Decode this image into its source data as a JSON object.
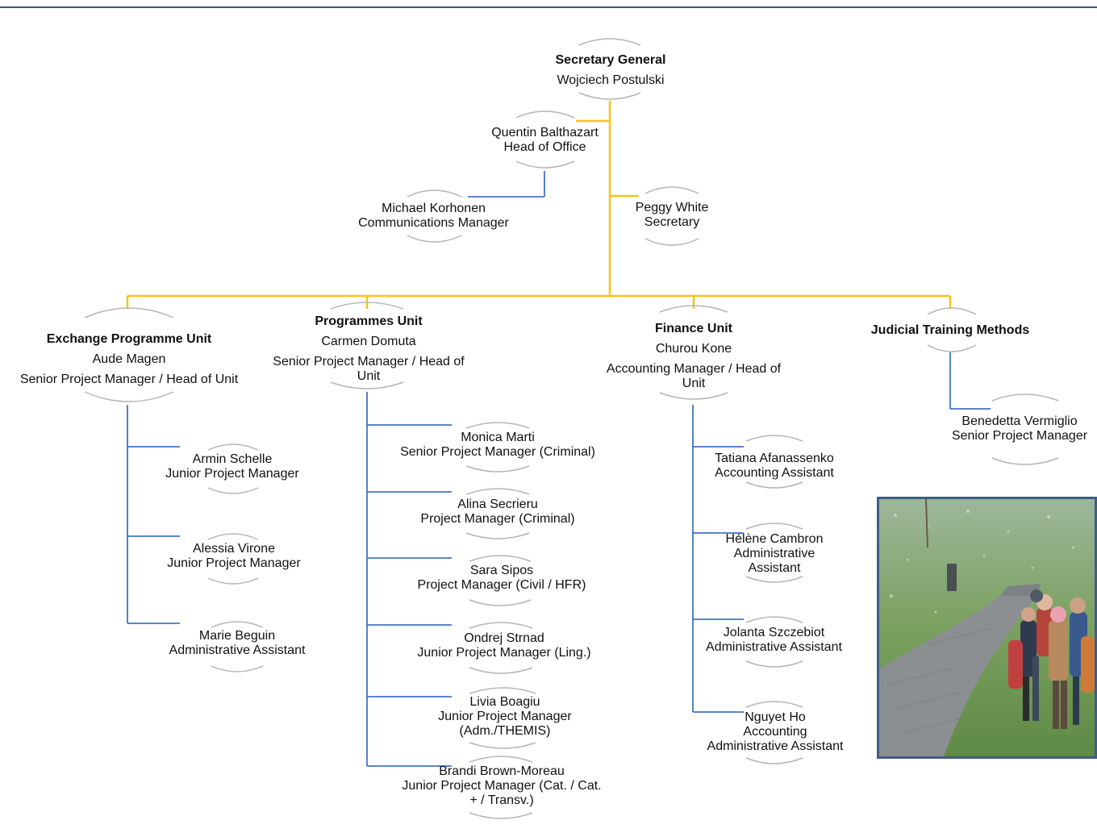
{
  "colors": {
    "gold": "#f5c518",
    "blue": "#4472c4",
    "frame": "#3d5e86"
  },
  "leadership": {
    "secretary_general": {
      "title": "Secretary General",
      "name": "Wojciech Postulski"
    },
    "head_of_office": {
      "name": "Quentin Balthazart",
      "role": "Head of Office"
    },
    "communications": {
      "name": "Michael Korhonen",
      "role": "Communications Manager"
    },
    "secretary": {
      "name": "Peggy White",
      "role": "Secretary"
    }
  },
  "units": {
    "exchange": {
      "title": "Exchange Programme Unit",
      "name": "Aude Magen",
      "role": "Senior Project Manager / Head of Unit",
      "staff": [
        {
          "name": "Armin Schelle",
          "role": "Junior Project Manager"
        },
        {
          "name": "Alessia Virone",
          "role": "Junior Project Manager"
        },
        {
          "name": "Marie Beguin",
          "role": "Administrative Assistant"
        }
      ]
    },
    "programmes": {
      "title": "Programmes Unit",
      "name": "Carmen Domuta",
      "role_line1": "Senior Project Manager / Head of",
      "role_line2": "Unit",
      "staff": [
        {
          "name": "Monica Marti",
          "role": "Senior Project Manager (Criminal)"
        },
        {
          "name": "Alina Secrieru",
          "role": "Project Manager (Criminal)"
        },
        {
          "name": "Sara Sipos",
          "role": "Project Manager (Civil / HFR)"
        },
        {
          "name": "Ondrej Strnad",
          "role": "Junior Project Manager (Ling.)"
        },
        {
          "name": "Livia Boagiu",
          "role": "Junior Project Manager",
          "role2": "(Adm./THEMIS)"
        },
        {
          "name": "Brandi Brown-Moreau",
          "role": "Junior Project Manager (Cat. / Cat.",
          "role2": "+ / Transv.)"
        }
      ]
    },
    "finance": {
      "title": "Finance Unit",
      "name": "Churou Kone",
      "role_line1": "Accounting Manager / Head of",
      "role_line2": "Unit",
      "staff": [
        {
          "name": "Tatiana Afanassenko",
          "role": "Accounting Assistant"
        },
        {
          "name": "Hélène Cambron",
          "role": "Administrative",
          "role2": "Assistant"
        },
        {
          "name": "Jolanta Szczebiot",
          "role": "Administrative Assistant"
        },
        {
          "name": "Nguyet Ho",
          "role": "Accounting",
          "role2": "Administrative Assistant"
        }
      ]
    },
    "judicial": {
      "title": "Judicial Training Methods",
      "staff": [
        {
          "name": "Benedetta Vermiglio",
          "role": "Senior Project Manager"
        }
      ]
    }
  }
}
